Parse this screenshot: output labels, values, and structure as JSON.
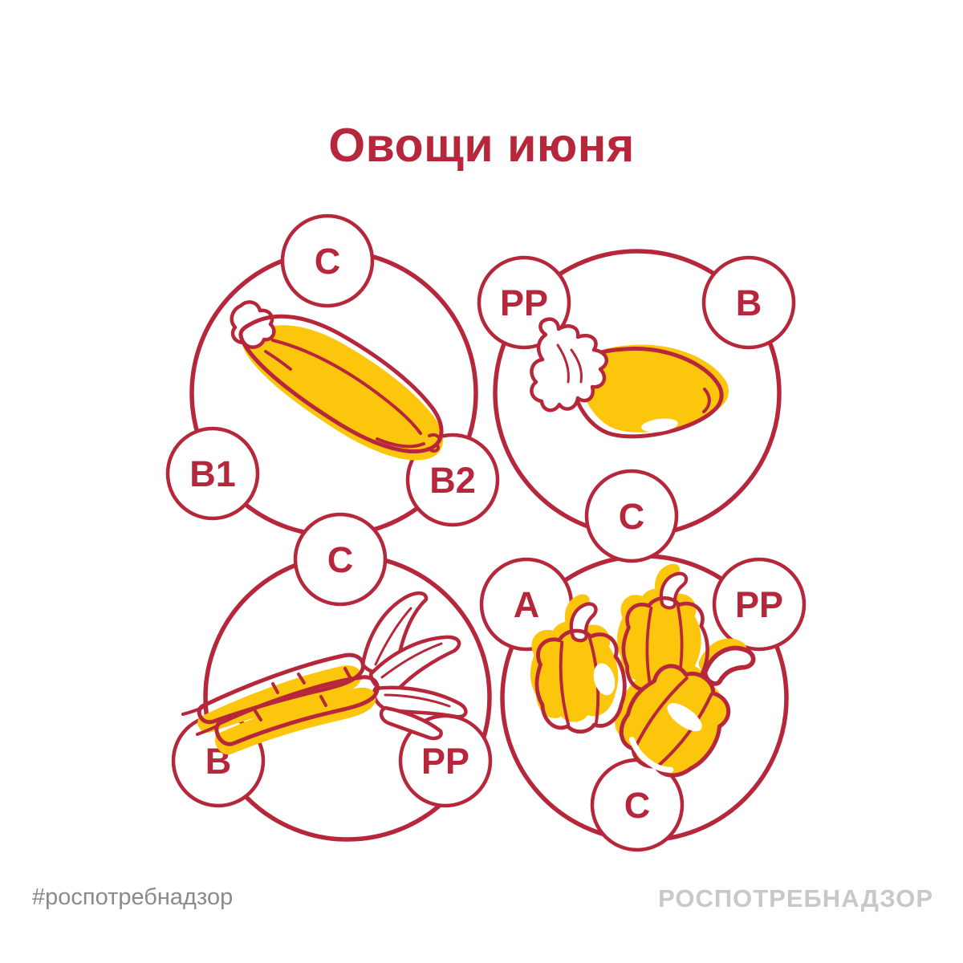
{
  "infographic": {
    "title": "Овощи июня",
    "colors": {
      "red": "#B7273B",
      "yellow": "#FCC60D",
      "hashtag_gray": "#8A8A8A",
      "brand_gray": "#C8C8CA"
    },
    "groups": [
      {
        "vegetable": "zucchini",
        "vitamins": {
          "top": "C",
          "left": "B1",
          "right": "B2"
        }
      },
      {
        "vegetable": "eggplant",
        "vitamins": {
          "left": "PP",
          "right": "B",
          "bottom": "C"
        }
      },
      {
        "vegetable": "carrot",
        "vitamins": {
          "top": "C",
          "left": "B",
          "right": "PP"
        }
      },
      {
        "vegetable": "bell-pepper",
        "vitamins": {
          "left": "A",
          "right": "PP",
          "bottom": "C"
        }
      }
    ],
    "footer": {
      "hashtag": "#роспотребнадзор",
      "brand": "РОСПОТРЕБНАДЗОР"
    }
  }
}
